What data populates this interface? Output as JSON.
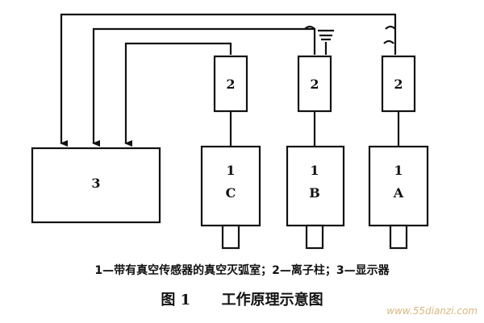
{
  "display": {
    "number_label": "3"
  },
  "columns": [
    {
      "ion_label": "2",
      "breaker_number": "1",
      "breaker_phase": "C"
    },
    {
      "ion_label": "2",
      "breaker_number": "1",
      "breaker_phase": "B"
    },
    {
      "ion_label": "2",
      "breaker_number": "1",
      "breaker_phase": "A"
    }
  ],
  "legend": "1—带有真空传感器的真空灭弧室；2—离子柱；3—显示器",
  "caption": {
    "figure_number": "图 1",
    "title": "工作原理示意图"
  },
  "watermark": "www.55dianzi.com"
}
